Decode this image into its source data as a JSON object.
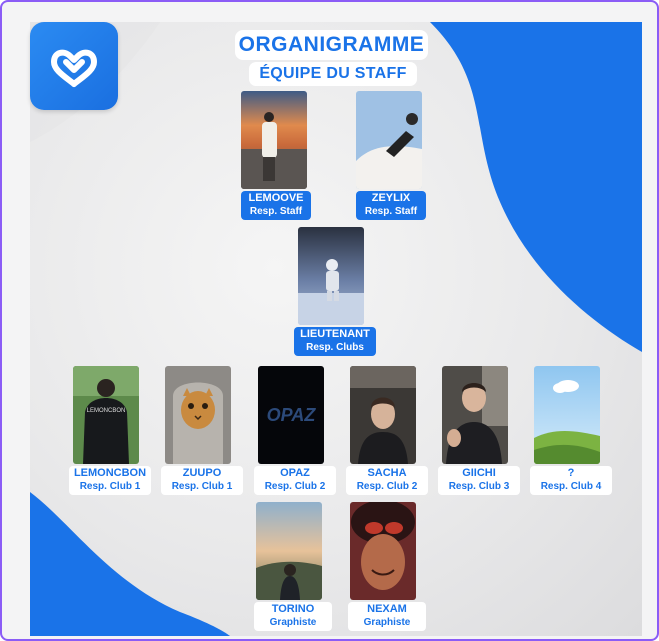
{
  "header": {
    "title": "ORGANIGRAMME",
    "subtitle": "ÉQUIPE DU STAFF"
  },
  "logo": {
    "icon": "mv-logo-icon",
    "color": "#1a73e8"
  },
  "colors": {
    "accent": "#1a73e8",
    "frame": "#8b5cf6",
    "label_text_white": "#ffffff"
  },
  "staff": [
    {
      "name": "LEMOOVE",
      "role": "Resp. Staff",
      "photo": "sunset-person-photo"
    },
    {
      "name": "ZEYLIX",
      "role": "Resp. Staff",
      "photo": "sky-selfie-photo"
    }
  ],
  "manager": {
    "name": "LIEUTENANT",
    "role": "Resp. Clubs",
    "photo": "astronaut-photo"
  },
  "clubs": [
    {
      "name": "LEMONCBON",
      "role": "Resp. Club 1",
      "photo": "back-view-photo"
    },
    {
      "name": "ZUUPO",
      "role": "Resp. Club 1",
      "photo": "cat-hoodie-photo"
    },
    {
      "name": "OPAZ",
      "role": "Resp. Club 2",
      "photo": "opaz-logo-photo",
      "photo_text": "OPAZ"
    },
    {
      "name": "SACHA",
      "role": "Resp. Club 2",
      "photo": "car-selfie-photo"
    },
    {
      "name": "GIICHI",
      "role": "Resp. Club 3",
      "photo": "selfie-photo"
    },
    {
      "name": "?",
      "role": "Resp. Club 4",
      "photo": "landscape-placeholder-photo"
    }
  ],
  "designers": [
    {
      "name": "TORINO",
      "role": "Graphiste",
      "photo": "sunset-back-photo"
    },
    {
      "name": "NEXAM",
      "role": "Graphiste",
      "photo": "cartoon-photo"
    }
  ]
}
